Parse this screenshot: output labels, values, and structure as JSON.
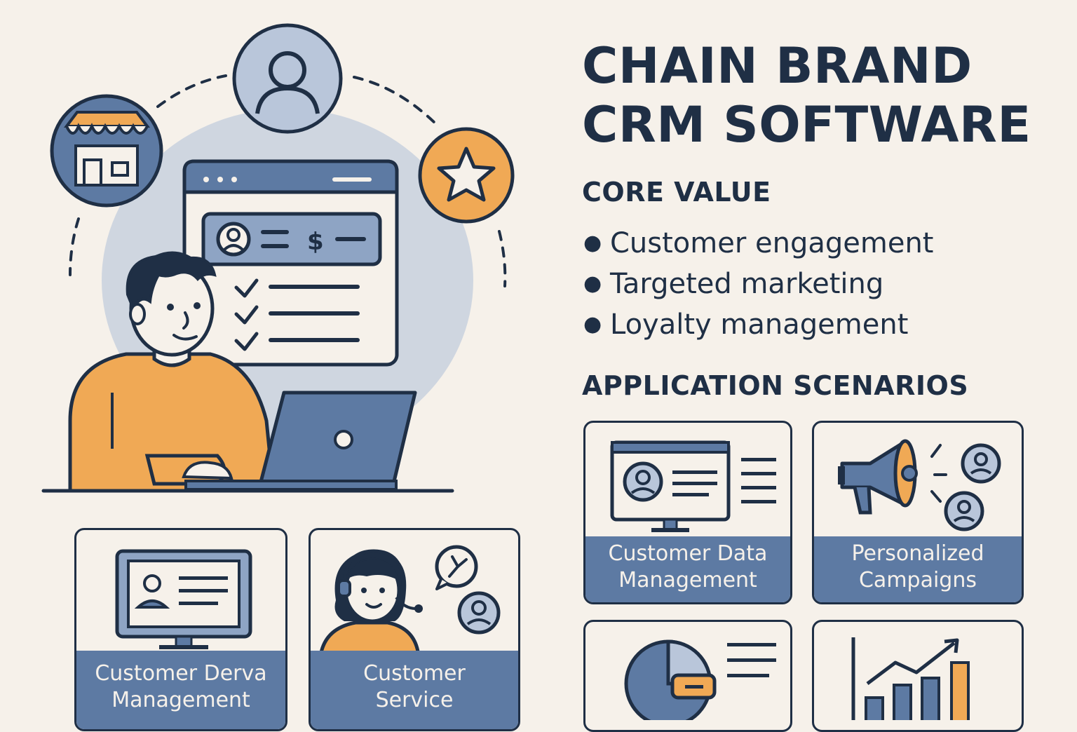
{
  "title": {
    "line1": "CHAIN BRAND",
    "line2": "CRM SOFTWARE"
  },
  "core_value": {
    "heading": "CORE VALUE",
    "items": [
      "Customer engagement",
      "Targeted marketing",
      "Loyalty management"
    ]
  },
  "application_scenarios": {
    "heading": "APPLICATION SCENARIOS",
    "cards": [
      {
        "line1": "Customer Data",
        "line2": "Management",
        "icon": "monitor-profile-icon"
      },
      {
        "line1": "Personalized",
        "line2": "Campaigns",
        "icon": "megaphone-icon"
      },
      {
        "line1": "",
        "line2": "",
        "icon": "pie-chart-icon"
      },
      {
        "line1": "",
        "line2": "",
        "icon": "growth-bar-chart-icon"
      }
    ]
  },
  "bottom_cards": [
    {
      "line1": "Customer Derva",
      "line2": "Management",
      "icon": "monitor-profile-icon"
    },
    {
      "line1": "Customer",
      "line2": "Service",
      "icon": "support-agent-icon"
    }
  ],
  "hero": {
    "price_symbol": "$"
  },
  "colors": {
    "background": "#f6f1ea",
    "navy": "#1f2f45",
    "blue": "#5d7aa3",
    "light_blue": "#b9c6da",
    "orange": "#f0a955"
  }
}
